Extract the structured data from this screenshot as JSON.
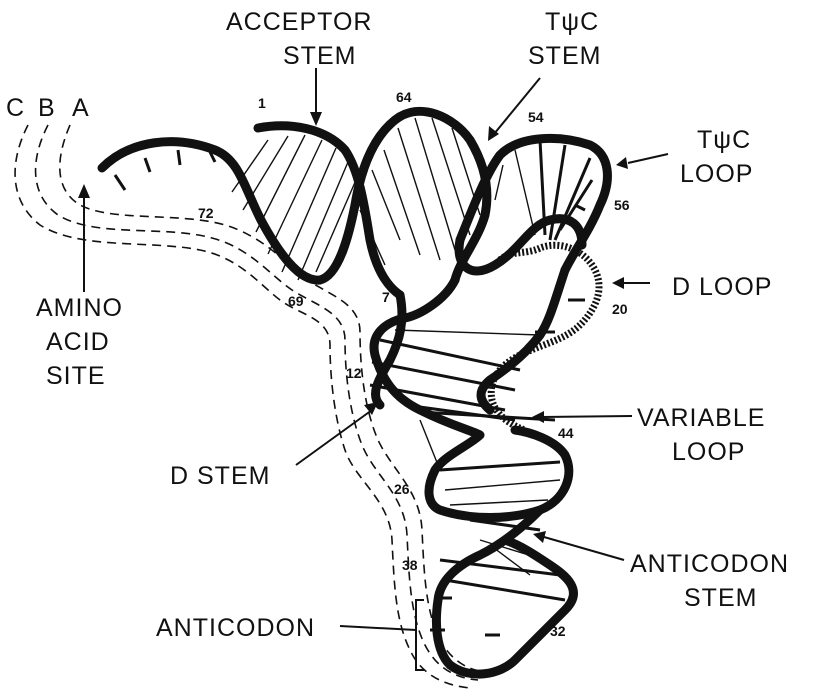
{
  "labels": {
    "acceptor_stem_1": "ACCEPTOR",
    "acceptor_stem_2": "STEM",
    "tpsic_stem_1": "TψC",
    "tpsic_stem_2": "STEM",
    "tpsic_loop_1": "TψC",
    "tpsic_loop_2": "LOOP",
    "d_loop": "D LOOP",
    "amino_1": "AMINO",
    "amino_2": "ACID",
    "amino_3": "SITE",
    "c": "C",
    "b": "B",
    "a": "A",
    "d_stem": "D STEM",
    "variable_1": "VARIABLE",
    "variable_2": "LOOP",
    "anticodon_stem_1": "ANTICODON",
    "anticodon_stem_2": "STEM",
    "anticodon": "ANTICODON"
  },
  "numbers": {
    "n1": "1",
    "n64": "64",
    "n54": "54",
    "n56": "56",
    "n72": "72",
    "n69": "69",
    "n7": "7",
    "n20": "20",
    "n12": "12",
    "n44": "44",
    "n26": "26",
    "n38": "38",
    "n32": "32"
  }
}
